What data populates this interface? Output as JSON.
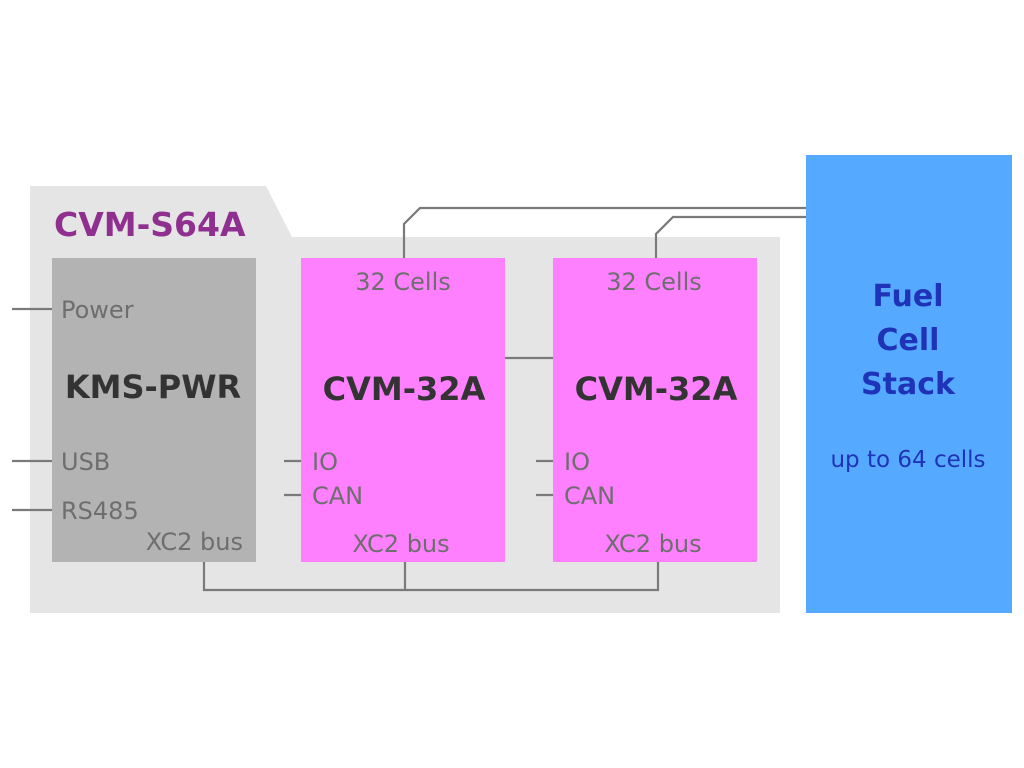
{
  "container": {
    "title": "CVM-S64A"
  },
  "kms_pwr": {
    "name": "KMS-PWR",
    "ports": {
      "power": "Power",
      "usb": "USB",
      "rs485": "RS485",
      "bus": "XC2 bus"
    }
  },
  "cvm_modules": [
    {
      "name": "CVM-32A",
      "cells": "32 Cells",
      "io": "IO",
      "can": "CAN",
      "bus": "XC2 bus"
    },
    {
      "name": "CVM-32A",
      "cells": "32 Cells",
      "io": "IO",
      "can": "CAN",
      "bus": "XC2 bus"
    }
  ],
  "fuel_cell_stack": {
    "line1": "Fuel",
    "line2": "Cell",
    "line3": "Stack",
    "capacity": "up to 64 cells"
  },
  "colors": {
    "container_bg": "#e5e5e5",
    "kms_pwr_fill": "#b3b3b3",
    "cvm_fill": "#ff80ff",
    "stack_fill": "#55aaff",
    "title_color": "#8f2f8f",
    "stack_text_color": "#1f33b8",
    "wire_color": "#7a7a7a"
  }
}
